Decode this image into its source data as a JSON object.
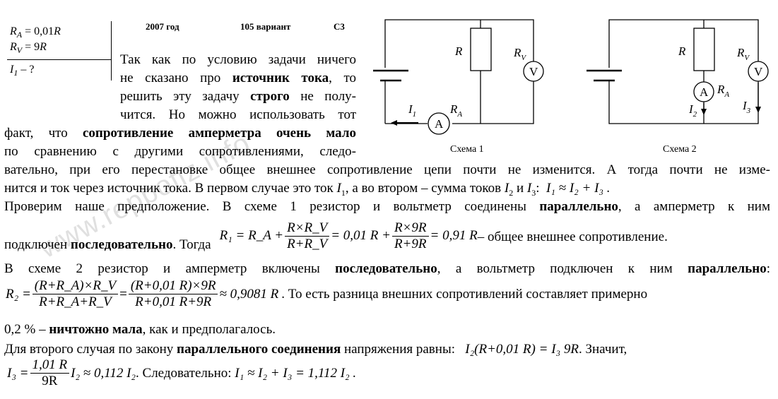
{
  "given": {
    "ra": "R",
    "ra_sub": "A",
    "ra_val": " = 0,01",
    "rv": "R",
    "rv_sub": "V",
    "rv_val": " = 9",
    "find": "I",
    "find_sub": "1",
    "find_q": " –  ?"
  },
  "header": {
    "year": "2007 год",
    "variant": "105 вариант",
    "task": "С3"
  },
  "schemes": {
    "s1_label": "Схема 1",
    "s2_label": "Схема 2",
    "r": "R",
    "rv": "R",
    "v_sub": "V",
    "ra": "R",
    "a_sub": "A",
    "v": "V",
    "a": "A",
    "i1": "I",
    "i1_sub": "1",
    "i2": "I",
    "i2_sub": "2",
    "i3": "I",
    "i3_sub": "3"
  },
  "text": {
    "l1a": "Так как по условию задачи ничего",
    "l2a": "не сказано про ",
    "l2b": "источник тока",
    "l2c": ", то",
    "l3a": "решить эту задачу ",
    "l3b": "строго",
    "l3c": " не полу-",
    "l4": "чится. Но можно использовать тот",
    "l5a": "факт, что ",
    "l5b": "сопротивление амперметра очень мало",
    "l6": "по сравнению с другими сопротивлениями, следо-",
    "l7": "вательно, при его перестановке общее внешнее сопротивление цепи почти не изменится. А тогда почти не изме-",
    "l8a": "нится и ток через источник тока. В первом случае это ток ",
    "l8b": ", а во втором –  сумма токов ",
    "l8c": " и ",
    "l8d": ":",
    "l9a": "Проверим наше предположение. В схеме 1 резистор и вольтметр соединены ",
    "l9b": "параллельно",
    "l9c": ", а амперметр к ним",
    "l10a": "подключен ",
    "l10b": "последовательно",
    "l10c": ". Тогда",
    "l10d": " –  общее внешнее сопротивление.",
    "l11a": "В схеме 2 резистор и амперметр включены ",
    "l11b": "последовательно",
    "l11c": ", а вольтметр подключен к ним ",
    "l11d": "параллельно",
    "l11e": ":",
    "l12": ". То есть разница внешних сопротивлений составляет примерно",
    "l13a": "0,2 % – ",
    "l13b": "ничтожно мала",
    "l13c": ", как и предполагалось.",
    "l14a": "Для второго случая по закону ",
    "l14b": "параллельного соединения",
    "l14c": " напряжения равны:",
    "l14d": ". Значит,",
    "l15": ". Следовательно:"
  },
  "formulas": {
    "f1_lhs": "I₁ ≈ I₂ + I₃ .",
    "r1_lhs": "R₁ = R_A +",
    "r1_num": "R×R_V",
    "r1_den": "R+R_V",
    "r1_mid": "= 0,01 R +",
    "r1_num2": "R×9R",
    "r1_den2": "R+9R",
    "r1_res": "= 0,91 R",
    "r2_lhs": "R₂ =",
    "r2_num": "(R+R_A)×R_V",
    "r2_den": "R+R_A+R_V",
    "r2_num2": "(R+0,01 R)×9R",
    "r2_den2": "R+0,01 R+9R",
    "r2_res": "≈ 0,9081 R",
    "u_eq": "I₂(R+0,01 R) = I₃ 9R",
    "i3_lhs": "I₃ =",
    "i3_num": "1,01 R",
    "i3_den": "9R",
    "i3_res": "I₂ ≈ 0,112 I₂",
    "final": "I₁ ≈ I₂ + I₃ = 1,112 I₂ ."
  },
  "watermark": "www.reppofiz.info"
}
